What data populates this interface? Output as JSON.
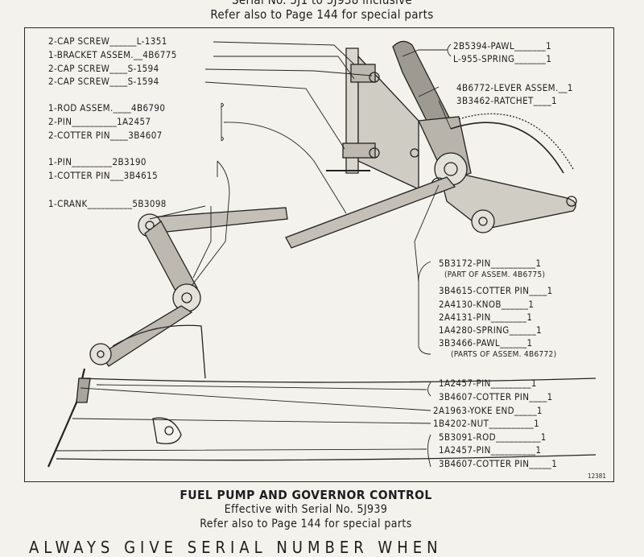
{
  "header": {
    "line1": "Serial No. 5J1 to 5J938 inclusive",
    "line2": "Refer also to Page 144 for special parts"
  },
  "left_labels": [
    {
      "qty_name": "2-CAP SCREW",
      "part": "L-1351"
    },
    {
      "qty_name": "1-BRACKET ASSEM.",
      "part": "4B6775"
    },
    {
      "qty_name": "2-CAP SCREW",
      "part": "S-1594"
    },
    {
      "qty_name": "2-CAP SCREW",
      "part": "S-1594"
    },
    {
      "qty_name": "1-ROD ASSEM.",
      "part": "4B6790"
    },
    {
      "qty_name": "2-PIN",
      "part": "1A2457"
    },
    {
      "qty_name": "2-COTTER PIN",
      "part": "3B4607"
    },
    {
      "qty_name": "1-PIN",
      "part": "2B3190"
    },
    {
      "qty_name": "1-COTTER PIN",
      "part": "3B4615"
    },
    {
      "qty_name": "1-CRANK",
      "part": "5B3098"
    }
  ],
  "right_labels": [
    {
      "text": "2B5394-PAWL",
      "qty": "1"
    },
    {
      "text": "L-955-SPRING",
      "qty": "1"
    },
    {
      "text": "4B6772-LEVER ASSEM.",
      "qty": "1"
    },
    {
      "text": "3B3462-RATCHET",
      "qty": "1"
    },
    {
      "text": "5B3172-PIN",
      "qty": "1"
    },
    {
      "text": "3B4615-COTTER PIN",
      "qty": "1"
    },
    {
      "text": "2A4130-KNOB",
      "qty": "1"
    },
    {
      "text": "2A4131-PIN",
      "qty": "1"
    },
    {
      "text": "1A4280-SPRING",
      "qty": "1"
    },
    {
      "text": "3B3466-PAWL",
      "qty": "1"
    },
    {
      "text": "1A2457-PIN",
      "qty": "1"
    },
    {
      "text": "3B4607-COTTER PIN",
      "qty": "1"
    },
    {
      "text": "2A1963-YOKE END",
      "qty": "1"
    },
    {
      "text": "1B4202-NUT",
      "qty": "1"
    },
    {
      "text": "5B3091-ROD",
      "qty": "1"
    },
    {
      "text": "1A2457-PIN",
      "qty": "1"
    },
    {
      "text": "3B4607-COTTER PIN",
      "qty": "1"
    }
  ],
  "notes": {
    "part_of_bracket": "(PART OF ASSEM. 4B6775)",
    "parts_of_lever": "(PARTS OF ASSEM. 4B6772)"
  },
  "figure_number": "12381",
  "caption": {
    "title": "FUEL PUMP AND GOVERNOR CONTROL",
    "line1": "Effective with Serial No. 5J939",
    "line2": "Refer also to Page 144 for special parts"
  },
  "footer": "ALWAYS GIVE SERIAL NUMBER WHEN"
}
